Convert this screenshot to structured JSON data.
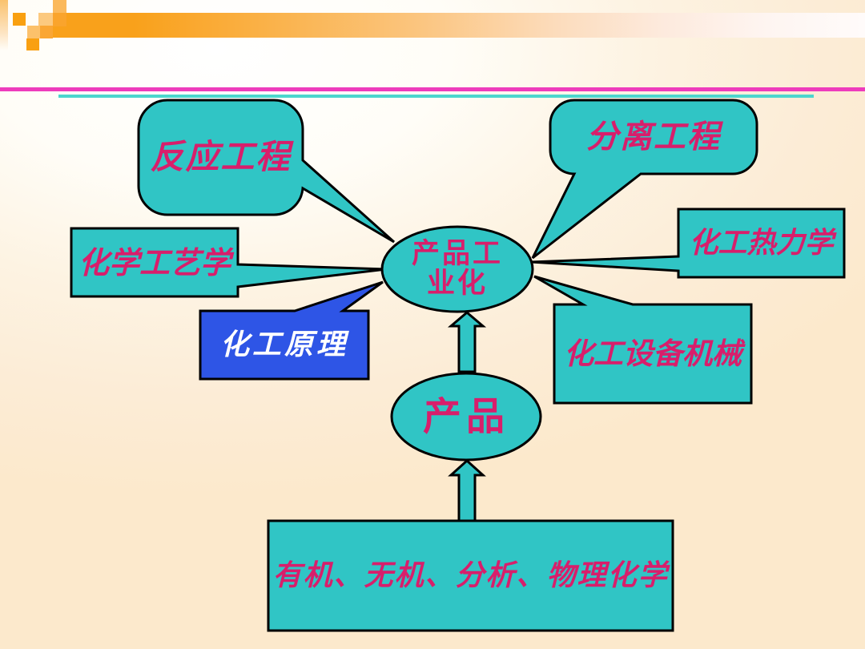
{
  "slide": {
    "diagram": {
      "nodes": {
        "reaction": {
          "label": "反应工程"
        },
        "separation": {
          "label": "分离工程"
        },
        "technology": {
          "label": "化学工艺学"
        },
        "principles": {
          "label": "化工原理"
        },
        "thermodynamics": {
          "label": "化工热力学"
        },
        "equipment": {
          "label": "化工设备机械"
        },
        "industrialization": {
          "line1": "产品工",
          "line2": "业化"
        },
        "product": {
          "label": "产品"
        },
        "foundation": {
          "label": "有机、无机、分析、物理化学"
        }
      },
      "colors": {
        "shape_teal": "#30c5c5",
        "shape_blue": "#2e55e6",
        "label_magenta": "#d81e6b",
        "label_white": "#ffffff",
        "outline_black": "#000000"
      }
    },
    "decor": {
      "accent_bar_orange": "#f9a011",
      "accent_square_light": "#fcc97f",
      "divider_magenta": "#ee3cbc",
      "divider_teal": "#4cd6ce",
      "background_peach": "#fcead1"
    }
  }
}
